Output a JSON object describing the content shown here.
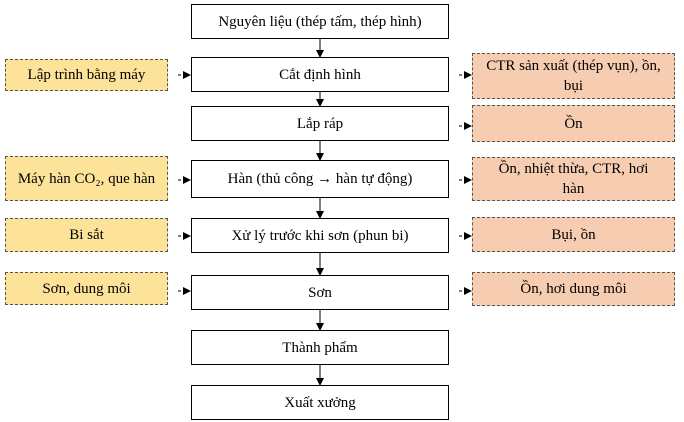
{
  "colors": {
    "input_fill": "#fde39a",
    "output_fill": "#f7cdb1",
    "main_fill": "#ffffff",
    "line": "#000000"
  },
  "process": [
    {
      "id": "raw",
      "label": "Nguyên liệu (thép tấm, thép hình)"
    },
    {
      "id": "cut",
      "label": "Cắt định hình"
    },
    {
      "id": "assemble",
      "label": "Lắp ráp"
    },
    {
      "id": "weld",
      "label": "Hàn (thủ công → hàn tự động)"
    },
    {
      "id": "pretreat",
      "label": "Xử lý trước khi sơn (phun bi)"
    },
    {
      "id": "paint",
      "label": "Sơn"
    },
    {
      "id": "product",
      "label": "Thành phẩm"
    },
    {
      "id": "ship",
      "label": "Xuất xưởng"
    }
  ],
  "inputs": [
    {
      "to": "cut",
      "label": "Lập trình bằng máy"
    },
    {
      "to": "weld",
      "label": "Máy hàn CO₂, que hàn"
    },
    {
      "to": "pretreat",
      "label": "Bi sắt"
    },
    {
      "to": "paint",
      "label": "Sơn, dung môi"
    }
  ],
  "outputs": [
    {
      "from": "cut",
      "label": "CTR sản xuất (thép vụn), ồn, bụi"
    },
    {
      "from": "assemble",
      "label": "Ồn"
    },
    {
      "from": "weld",
      "label": "Ồn, nhiệt thừa, CTR, hơi hàn"
    },
    {
      "from": "pretreat",
      "label": "Bụi, ồn"
    },
    {
      "from": "paint",
      "label": "Ồn, hơi dung môi"
    }
  ]
}
